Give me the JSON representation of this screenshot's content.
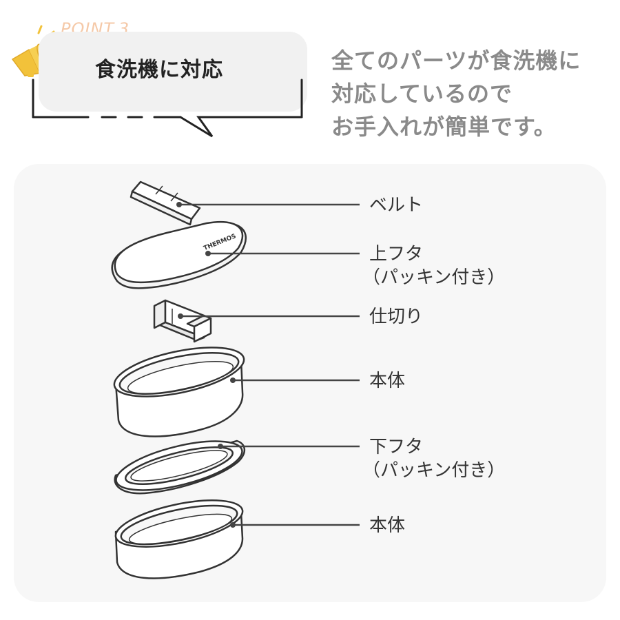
{
  "header": {
    "point_label": "POINT.3",
    "headline": "食洗機に対応",
    "description_lines": [
      "全てのパーツが食洗機に",
      "対応しているので",
      "お手入れが簡単です。"
    ]
  },
  "diagram": {
    "brand_mark": "THERMOS",
    "parts": [
      {
        "name": "ベルト",
        "note": ""
      },
      {
        "name": "上フタ",
        "note": "（パッキン付き）"
      },
      {
        "name": "仕切り",
        "note": ""
      },
      {
        "name": "本体",
        "note": ""
      },
      {
        "name": "下フタ",
        "note": "（パッキン付き）"
      },
      {
        "name": "本体",
        "note": ""
      }
    ]
  },
  "colors": {
    "accent_megaphone": "#f2c23a",
    "point_label": "#f5c9a8",
    "bubble": "#f1f1f1",
    "panel": "#f7f7f7",
    "line_art": "#333333",
    "description_text": "#8a8a8a"
  },
  "icons": [
    "megaphone-icon"
  ]
}
